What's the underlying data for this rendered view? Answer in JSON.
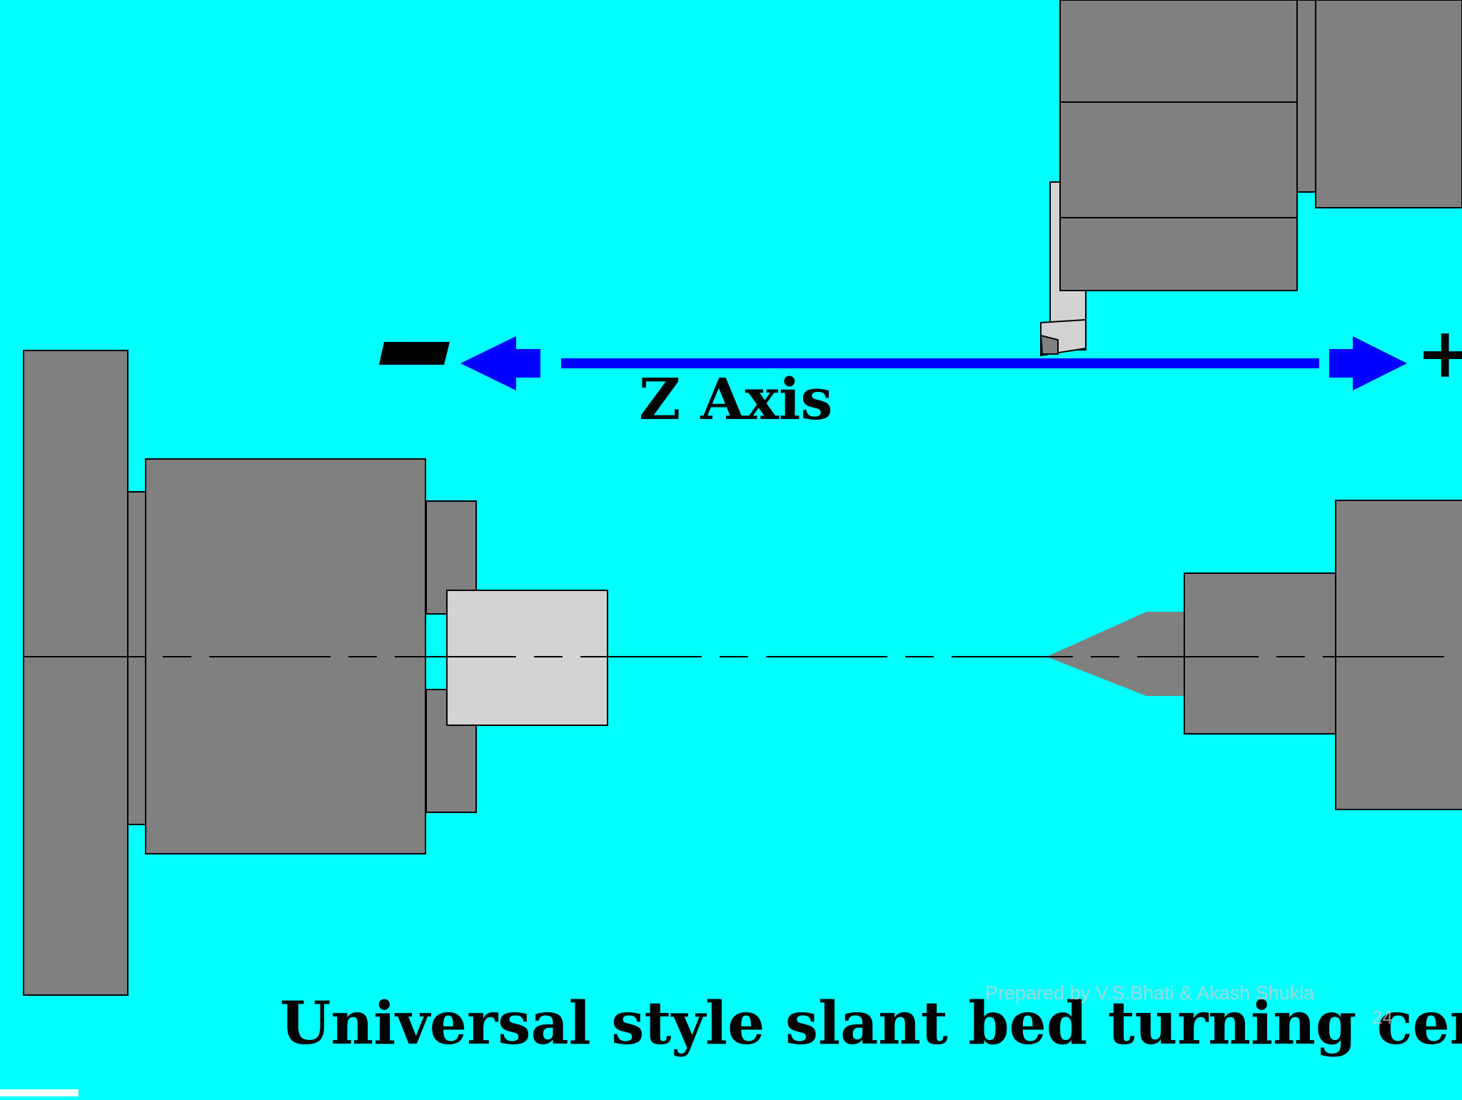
{
  "slide": {
    "title": "Universal style slant bed turning center",
    "credit": "Prepared by V.S.Bhati & Akash Shukla",
    "slide_number": "24"
  },
  "axis": {
    "label": "Z Axis",
    "negative_sign": "−",
    "positive_sign": "+",
    "color": "#0000FF"
  },
  "colors": {
    "background": "#00FFFF",
    "machine_part": "#808080",
    "workpiece": "#D3D3D3",
    "outline": "#000000"
  }
}
